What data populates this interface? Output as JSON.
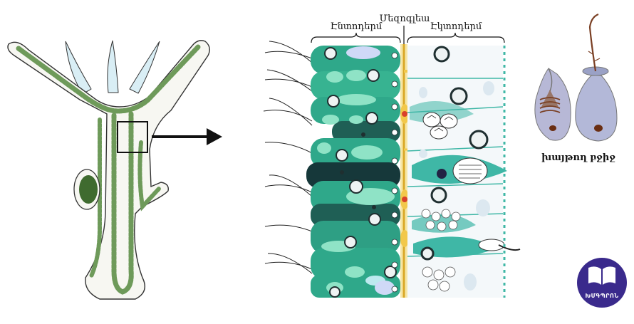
{
  "labels": {
    "endoderm": "Էնտոդերմ",
    "mesoglea": "Մեզոգլեա",
    "ectoderm": "Էկտոդերմ",
    "stinging_cell": "խայթող բջիջ"
  },
  "logo": {
    "text": "ԽՄԳՊՐՈՆ"
  },
  "colors": {
    "endoderm_cells": "#2fa88a",
    "endoderm_dark": "#1f5f55",
    "vacuole": "#8fe3c6",
    "ectoderm_cells": "#3fb7a6",
    "mesoglea": "#f2c84b",
    "hydra_body": "#6e9a5a",
    "logo_bg": "#3a2a8c"
  }
}
